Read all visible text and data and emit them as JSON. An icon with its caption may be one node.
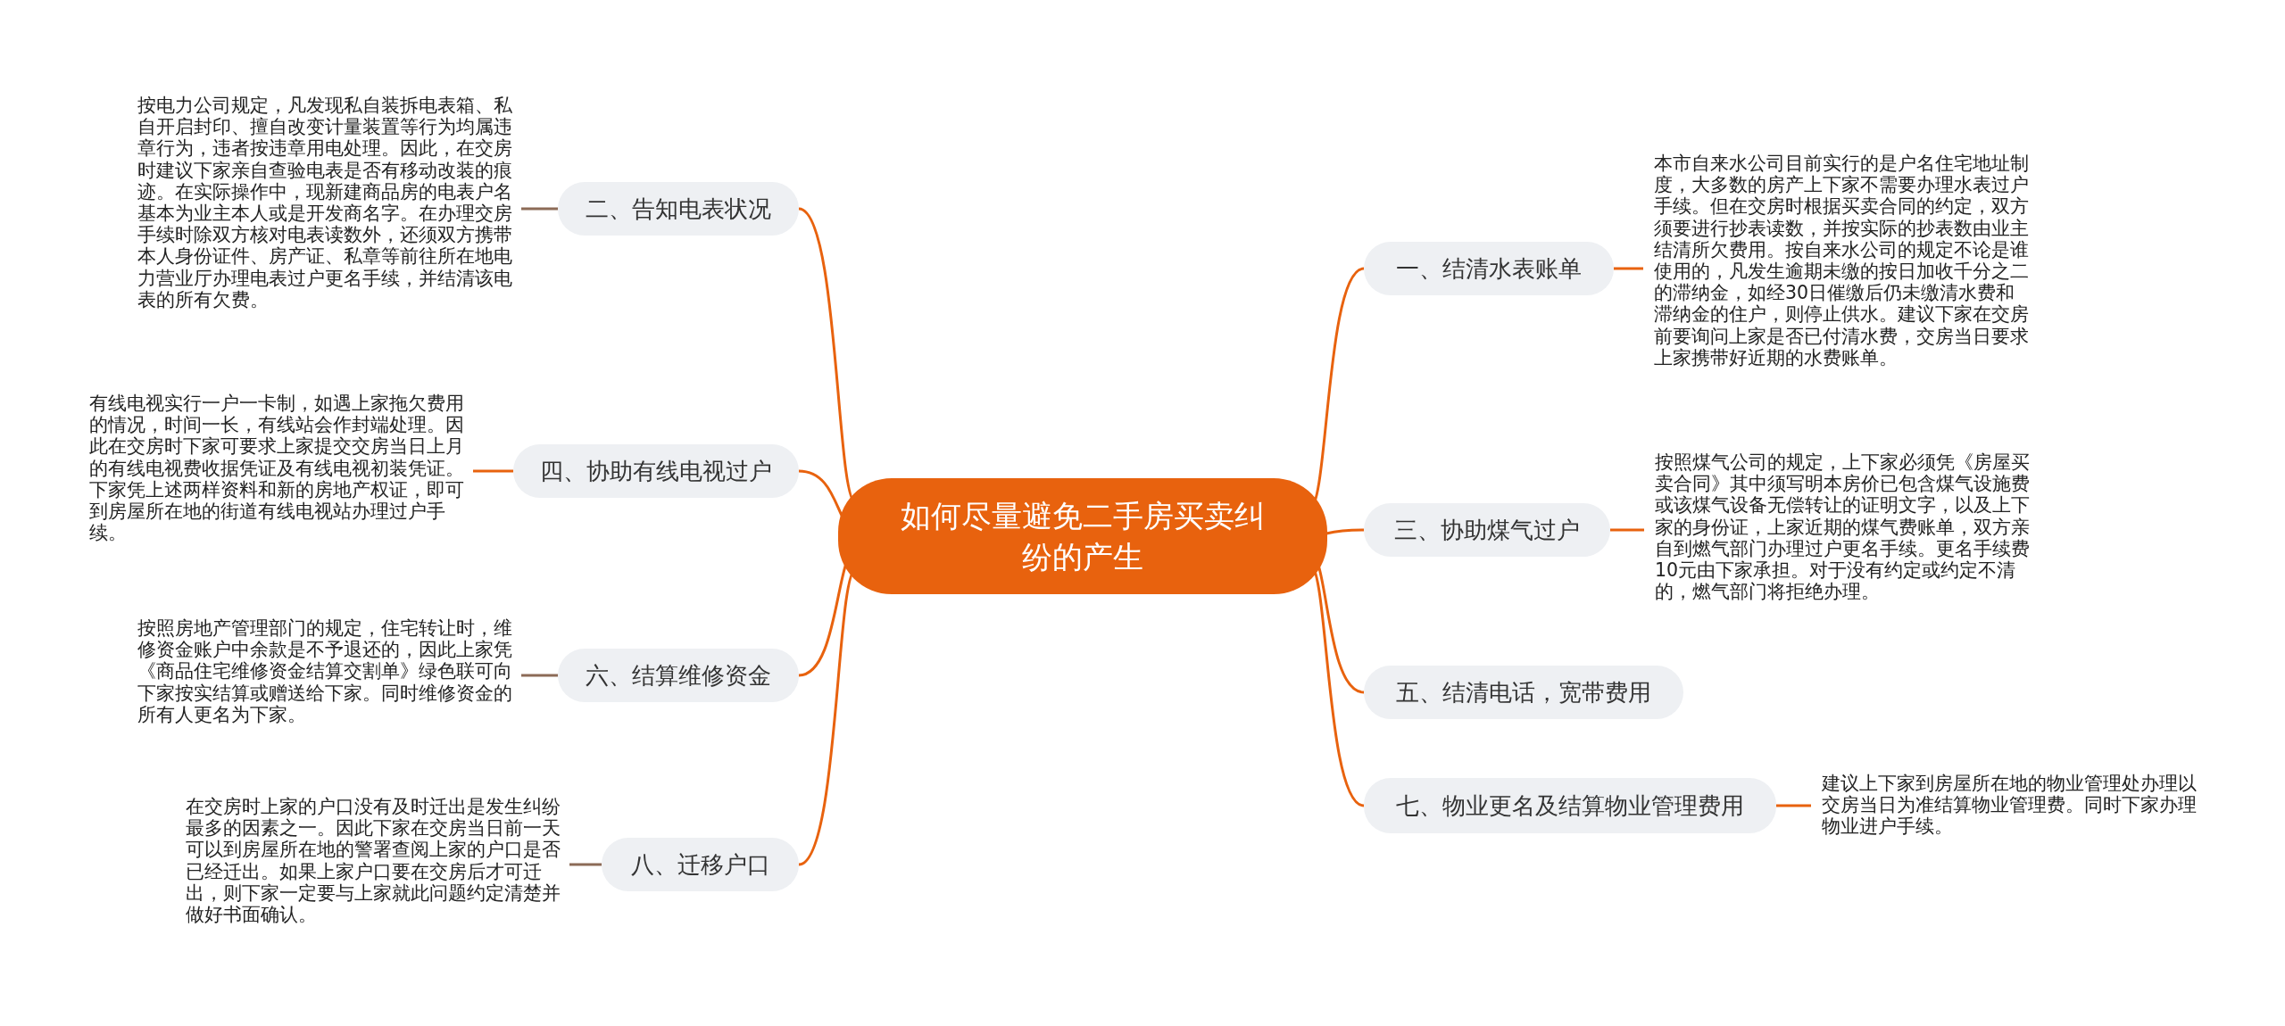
{
  "diagram": {
    "nodes": [
      {
        "text": [
          "如何尽量避免二手房买卖纠纷的产生"
        ]
      },
      {
        "text": [
          "一、结清水表账单"
        ]
      },
      {
        "text": [
          "本市自来水公司目前实行的是户名住宅地址制度，大多数的房产上下家不需要办理水表过户手续。但在交房时根据买卖合同的约定，双方须要进行抄表读数，并按实际的抄表数由业主结清所欠费用。按自来水公司的规定不论是谁使用的，凡发生逾期未缴的按日加收千分之二的滞纳金，如经30日催缴后仍未缴清水费和滞纳金的住户，则停止供水。建议下家在交房前要询问上家是否已付清水费，交房当日要求上家携带好近期的水费账单。"
        ]
      },
      {
        "text": [
          "二、告知电表状况"
        ]
      },
      {
        "text": [
          "按电力公司规定，凡发现私自装拆电表箱、私自开启封印、擅自改变计量装置等行为均属违章行为，违者按违章用电处理。因此，在交房时建议下家亲自查验电表是否有移动改装的痕迹。在实际操作中，现新建商品房的电表户名基本为业主本人或是开发商名字。在办理交房手续时除双方核对电表读数外，还须双方携带本人身份证件、房产证、私章等前往所在地电力营业厅办理电表过户更名手续，并结清该电表的所有欠费。"
        ]
      },
      {
        "text": [
          "三、协助煤气过户"
        ]
      },
      {
        "text": [
          "按照煤气公司的规定，上下家必须凭《房屋买卖合同》其中须写明本房价已包含煤气设施费或该煤气设备无偿转让的证明文字，以及上下家的身份证，上家近期的煤气费账单，双方亲自到燃气部门办理过户更名手续。更名手续费10元由下家承担。对于没有约定或约定不清的，燃气部门将拒绝办理。"
        ]
      },
      {
        "text": [
          "四、协助有线电视过户"
        ]
      },
      {
        "text": [
          "有线电视实行一户一卡制，如遇上家拖欠费用的情况，时间一长，有线站会作封端处理。因此在交房时下家可要求上家提交交房当日上月的有线电视费收据凭证及有线电视初装凭证。下家凭上述两样资料和新的房地产权证，即可到房屋所在地的街道有线电视站办理过户手续。"
        ]
      },
      {
        "text": [
          "五、结清电话，宽带费用"
        ]
      },
      {
        "text": [
          "六、结算维修资金"
        ]
      },
      {
        "text": [
          "按照房地产管理部门的规定，住宅转让时，维修资金账户中余款是不予退还的，因此上家凭《商品住宅维修资金结算交割单》绿色联可向下家按实结算或赠送给下家。同时维修资金的所有人更名为下家。"
        ]
      },
      {
        "text": [
          "七、物业更名及结算物业管理费用"
        ]
      },
      {
        "text": [
          "建议上下家到房屋所在地的物业管理处办理以交房当日为准结算物业管理费。同时下家办理物业进户手续。"
        ]
      },
      {
        "text": [
          "八、迁移户口"
        ]
      },
      {
        "text": [
          "在交房时上家的户口没有及时迁出是发生纠纷最多的因素之一。因此下家在交房当日前一天可以到房屋所在地的警署查阅上家的户口是否已经迁出。如果上家户口要在交房后才可迁出，则下家一定要与上家就此问题约定清楚并做好书面确认。"
        ]
      }
    ],
    "edges": [
      {
        "from": 0,
        "to": 1,
        "arrow": "none"
      },
      {
        "from": 1,
        "to": 2,
        "arrow": "none"
      },
      {
        "from": 0,
        "to": 3,
        "arrow": "none"
      },
      {
        "from": 3,
        "to": 4,
        "arrow": "none",
        "color": "#8c6b57"
      },
      {
        "from": 0,
        "to": 5,
        "arrow": "none"
      },
      {
        "from": 5,
        "to": 6,
        "arrow": "none"
      },
      {
        "from": 0,
        "to": 7,
        "arrow": "none"
      },
      {
        "from": 7,
        "to": 8,
        "arrow": "none"
      },
      {
        "from": 0,
        "to": 9,
        "arrow": "none"
      },
      {
        "from": 0,
        "to": 10,
        "arrow": "none"
      },
      {
        "from": 10,
        "to": 11,
        "arrow": "none",
        "color": "#8c6b57"
      },
      {
        "from": 0,
        "to": 12,
        "arrow": "none"
      },
      {
        "from": 12,
        "to": 13,
        "arrow": "none"
      },
      {
        "from": 0,
        "to": 14,
        "arrow": "none"
      },
      {
        "from": 14,
        "to": 15,
        "arrow": "none",
        "color": "#8c6b57"
      }
    ]
  }
}
